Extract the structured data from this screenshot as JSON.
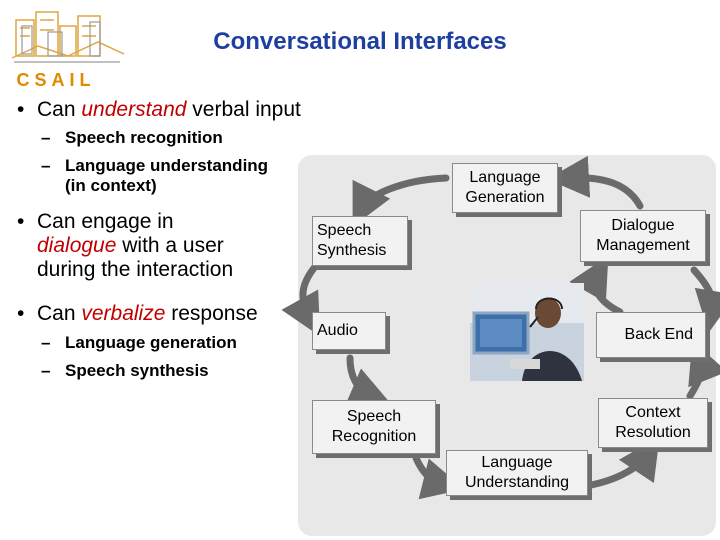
{
  "title": "Conversational Interfaces",
  "logo": {
    "text": "CSAIL"
  },
  "bullets": [
    {
      "parts": [
        "Can ",
        "understand",
        " verbal input"
      ],
      "subitems": [
        "Speech recognition",
        "Language understanding",
        "(in context)"
      ]
    },
    {
      "parts": [
        "Can engage in",
        "dialogue",
        " with a user",
        "during the interaction"
      ]
    },
    {
      "parts": [
        "Can ",
        "verbalize",
        " response"
      ],
      "subitems": [
        "Language generation",
        "Speech synthesis"
      ]
    }
  ],
  "diagram": {
    "language_generation": [
      "Language",
      "Generation"
    ],
    "speech_synthesis": [
      "Speech",
      "Synthesis"
    ],
    "dialogue_management": [
      "Dialogue",
      "Management"
    ],
    "audio": "Audio",
    "back_end": "Back End",
    "speech_recognition": [
      "Speech",
      "Recognition"
    ],
    "context_resolution": [
      "Context",
      "Resolution"
    ],
    "language_understanding": [
      "Language",
      "Understanding"
    ]
  },
  "colors": {
    "title": "#1f3fa0",
    "emphasis": "#c00000",
    "logo": "#e08a00"
  }
}
